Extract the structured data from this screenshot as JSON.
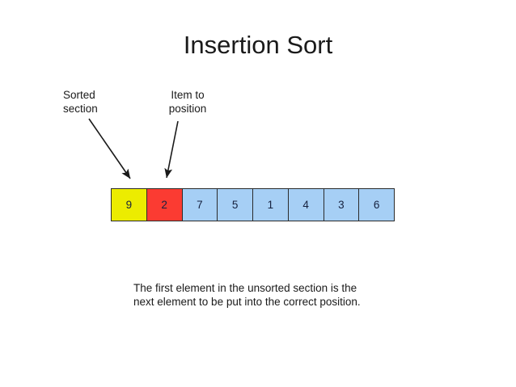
{
  "slide": {
    "title": "Insertion Sort",
    "background_color": "#ffffff"
  },
  "callouts": {
    "sorted": {
      "line1": "Sorted",
      "line2": "section"
    },
    "item": {
      "line1": "Item to",
      "line2": "position"
    }
  },
  "array": {
    "cells": [
      {
        "value": "9",
        "state": "sorted",
        "color": "#ecec00"
      },
      {
        "value": "2",
        "state": "current",
        "color": "#fb3b32"
      },
      {
        "value": "7",
        "state": "unsorted",
        "color": "#a6cff5"
      },
      {
        "value": "5",
        "state": "unsorted",
        "color": "#a6cff5"
      },
      {
        "value": "1",
        "state": "unsorted",
        "color": "#a6cff5"
      },
      {
        "value": "4",
        "state": "unsorted",
        "color": "#a6cff5"
      },
      {
        "value": "3",
        "state": "unsorted",
        "color": "#a6cff5"
      },
      {
        "value": "6",
        "state": "unsorted",
        "color": "#a6cff5"
      }
    ]
  },
  "caption": {
    "line1": "The first element in the unsorted section is the",
    "line2": "next element to be put into the correct position."
  }
}
